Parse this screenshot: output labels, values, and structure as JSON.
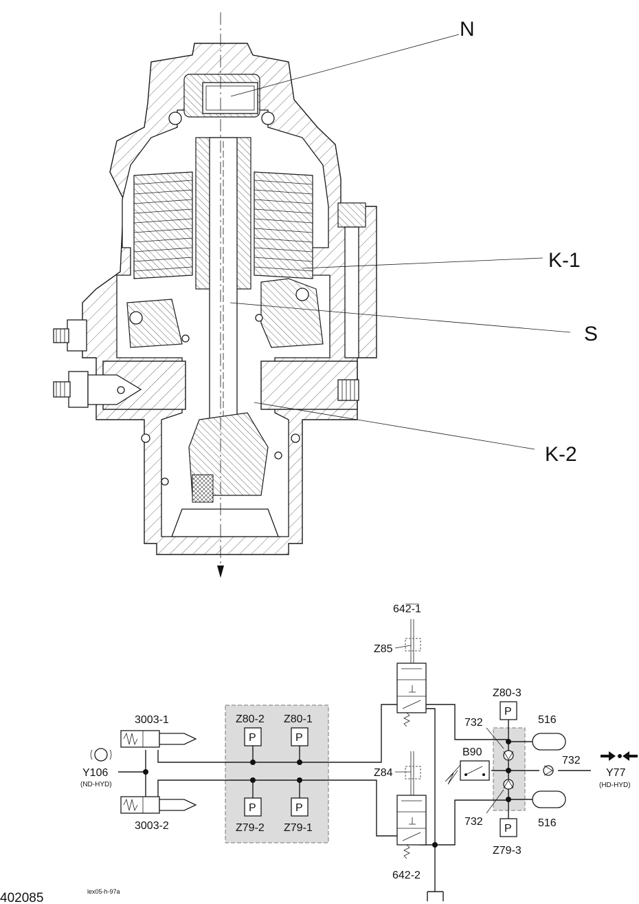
{
  "section_view": {
    "labels": {
      "n": "N",
      "k1": "K-1",
      "s": "S",
      "k2": "K-2"
    }
  },
  "schematic": {
    "valve_top": "642-1",
    "valve_bottom": "642-2",
    "z85": "Z85",
    "z84": "Z84",
    "switch_top": "3003-1",
    "switch_bottom": "3003-2",
    "y106": "Y106",
    "y106_note": "(ND-HYD)",
    "p_symbol": "P",
    "z80_2": "Z80-2",
    "z80_1": "Z80-1",
    "z79_2": "Z79-2",
    "z79_1": "Z79-1",
    "z80_3": "Z80-3",
    "z79_3": "Z79-3",
    "b90": "B90",
    "l732_a": "732",
    "l732_b": "732",
    "l732_c": "732",
    "l516_a": "516",
    "l516_b": "516",
    "y77": "Y77",
    "y77_note": "(HD-HYD)"
  },
  "footer": {
    "drawing_number": "402085",
    "file_ref": "lex05-h-97a"
  }
}
